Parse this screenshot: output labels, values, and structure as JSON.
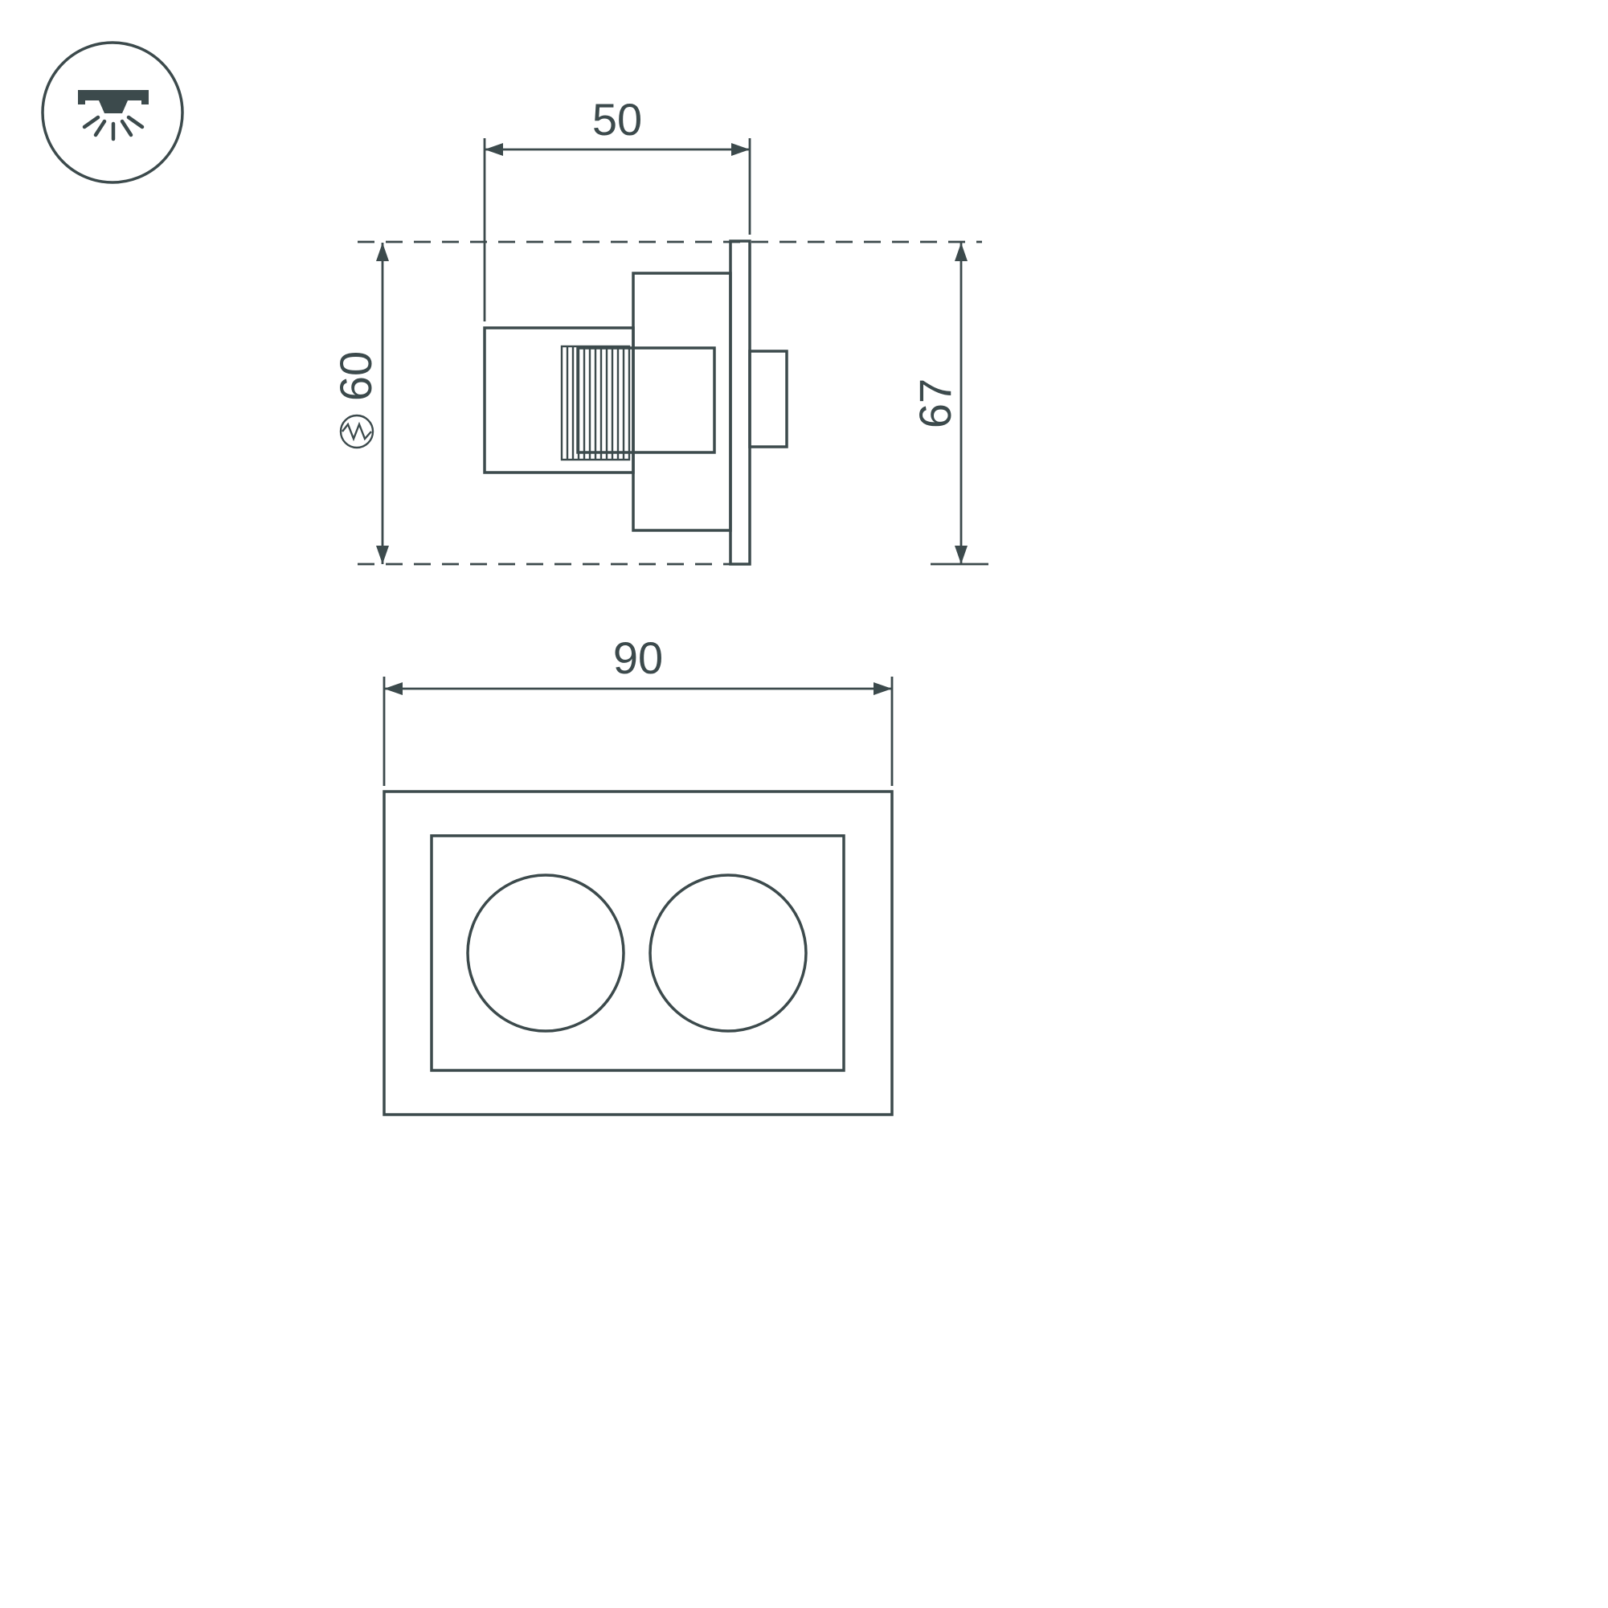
{
  "page": {
    "background": "#ffffff",
    "line_color": "#3c4a4c"
  },
  "badge": {
    "icon": "recessed-downlight-icon"
  },
  "side_view": {
    "dim_width_top": "50",
    "dim_cutout_height": "60",
    "dim_overall_height": "67",
    "cutout_symbol": "cutout-circle-icon"
  },
  "front_view": {
    "dim_width": "90"
  }
}
